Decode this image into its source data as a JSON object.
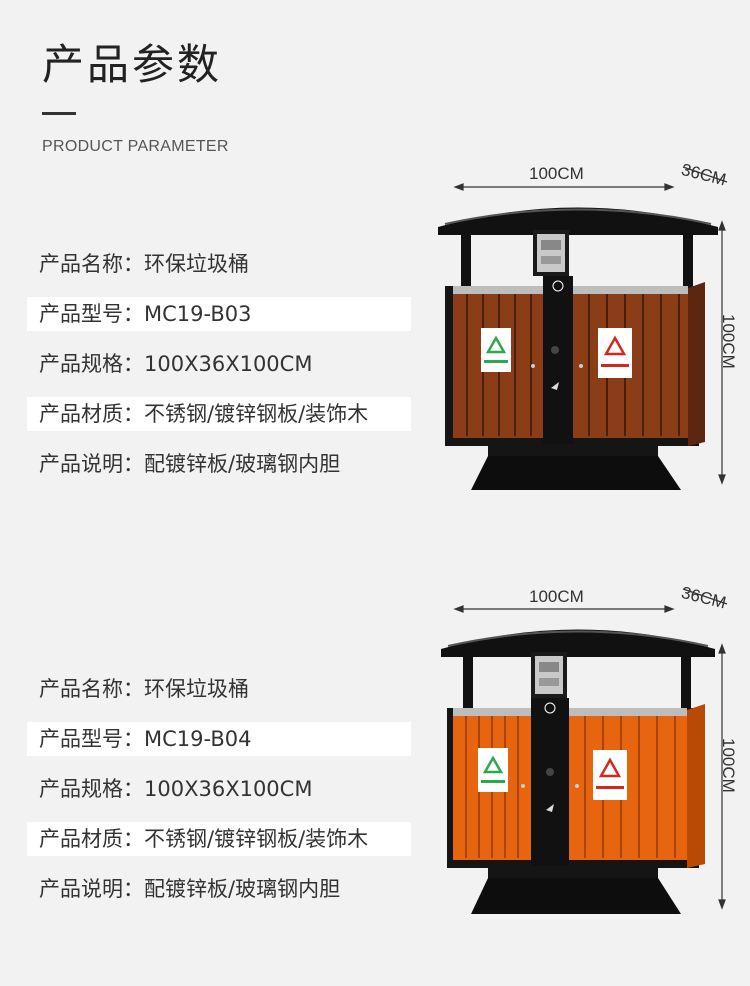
{
  "header": {
    "title": "产品参数",
    "subtitle": "PRODUCT PARAMETER"
  },
  "products": [
    {
      "specs": [
        {
          "label": "产品名称：",
          "value": "环保垃圾桶"
        },
        {
          "label": "产品型号：",
          "value": "MC19-B03"
        },
        {
          "label": "产品规格：",
          "value": "100X36X100CM"
        },
        {
          "label": "产品材质：",
          "value": "不锈钢/镀锌钢板/装饰木"
        },
        {
          "label": "产品说明：",
          "value": "配镀锌板/玻璃钢内胆"
        }
      ],
      "dimensions": {
        "width": "100CM",
        "depth": "36CM",
        "height": "100CM"
      },
      "panel_color": "#8a3d17",
      "panel_color_dark": "#5c2610"
    },
    {
      "specs": [
        {
          "label": "产品名称：",
          "value": "环保垃圾桶"
        },
        {
          "label": "产品型号：",
          "value": "MC19-B04"
        },
        {
          "label": "产品规格：",
          "value": "100X36X100CM"
        },
        {
          "label": "产品材质：",
          "value": "不锈钢/镀锌钢板/装饰木"
        },
        {
          "label": "产品说明：",
          "value": "配镀锌板/玻璃钢内胆"
        }
      ],
      "dimensions": {
        "width": "100CM",
        "depth": "36CM",
        "height": "100CM"
      },
      "panel_color": "#e8650f",
      "panel_color_dark": "#b94a06"
    }
  ],
  "colors": {
    "background": "#f2f2f2",
    "row_highlight": "#ffffff",
    "frame": "#1a1a1a",
    "recyclable_green": "#2ea84a",
    "hazardous_red": "#d9261c"
  }
}
